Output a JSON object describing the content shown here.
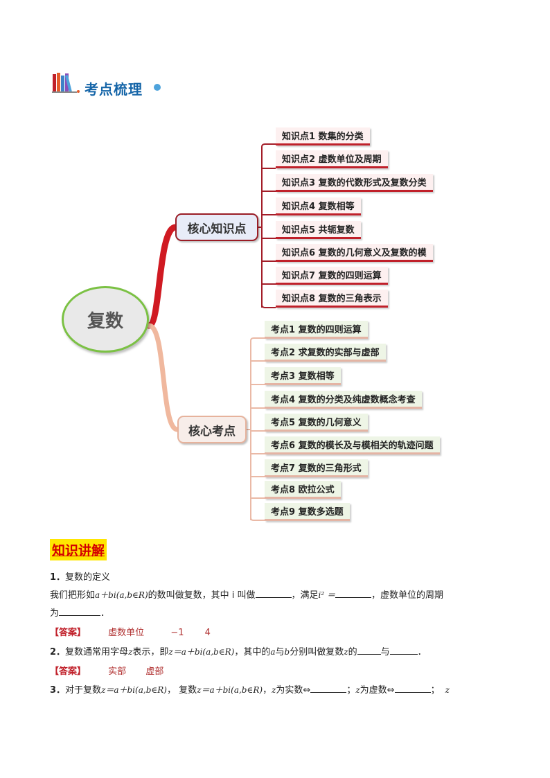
{
  "header": {
    "title": "考点梳理"
  },
  "mindmap": {
    "root": "复数",
    "hub1": "核心知识点",
    "hub2": "核心考点",
    "knowledge": [
      "知识点1 数集的分类",
      "知识点2 虚数单位及周期",
      "知识点3 复数的代数形式及复数分类",
      "知识点4 复数相等",
      "知识点5 共轭复数",
      "知识点6 复数的几何意义及复数的模",
      "知识点7 复数的四则运算",
      "知识点8 复数的三角表示"
    ],
    "exam": [
      "考点1 复数的四则运算",
      "考点2 求复数的实部与虚部",
      "考点3 复数相等",
      "考点4 复数的分类及纯虚数概念考查",
      "考点5 复数的几何意义",
      "考点6 复数的模长及与模相关的轨迹问题",
      "考点7 复数的三角形式",
      "考点8 欧拉公式",
      "考点9 复数多选题"
    ]
  },
  "section": {
    "title": "知识讲解",
    "q1": {
      "num": "1．",
      "heading": "复数的定义",
      "t1": "我们把形如",
      "expr": "a＋bi(a,b∈R)",
      "t2": "的数叫做复数，其中 i 叫做",
      "t3": "，满足",
      "i2": "i² ＝",
      "t4": "，虚数单位的周期",
      "t5": "为",
      "t6": "．"
    },
    "a1": {
      "tag": "【答案】",
      "v1": "虚数单位",
      "v2": "−1",
      "v3": "4"
    },
    "q2": {
      "num": "2．",
      "t1": "复数通常用字母",
      "z": "z",
      "t2": "表示，即",
      "expr": "z＝a＋bi(a,b∈R)",
      "t3": "，其中的",
      "a": "a",
      "t4": "与",
      "b": "b",
      "t5": "分别叫做复数",
      "t6": "的",
      "t7": "与",
      "t8": "．"
    },
    "a2": {
      "tag": "【答案】",
      "v1": "实部",
      "v2": "虚部"
    },
    "q3": {
      "num": "3．",
      "t1": "对于复数",
      "expr1": "z＝a＋bi(a,b∈R)",
      "t2": "，  复数",
      "expr2": "z＝a＋bi(a,b∈R)",
      "t3": "，",
      "z": "z",
      "t4": "为实数⇔",
      "t5": "；",
      "t6": "为虚数⇔",
      "t7": "；",
      "tail": "z"
    }
  },
  "colors": {
    "accent_red": "#c0202a",
    "accent_green": "#7bc144",
    "highlight": "#ffe600",
    "title_blue": "#1565a8"
  }
}
